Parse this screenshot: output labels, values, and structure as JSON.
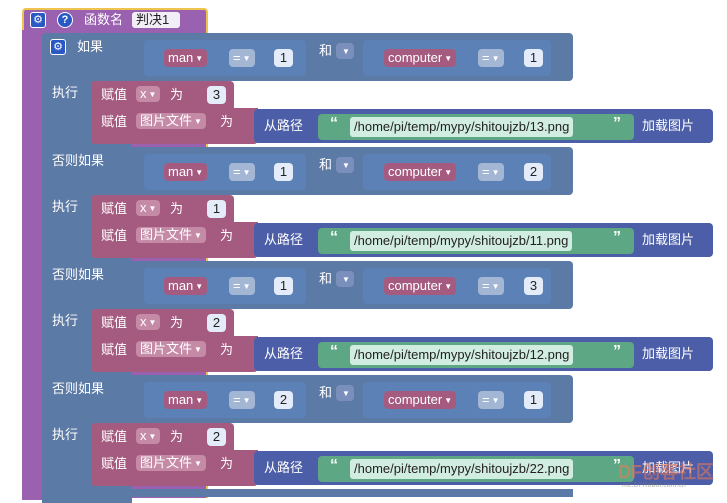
{
  "colors": {
    "procedure": "#9a61b0",
    "procedure_header": "#a26cbf",
    "control": "#5c7aa6",
    "logic": "#5b6da3",
    "variable": "#a55b80",
    "image": "#4d5ea8",
    "text_green": "#5ea784",
    "math": "#5c81b6",
    "field_outline": "#eec44e"
  },
  "function": {
    "label": "函数名",
    "name": "判决1",
    "gear_icon": "gear-icon",
    "help_icon": "help-icon"
  },
  "if_label": "如果",
  "do_label": "执行",
  "elseif_label": "否则如果",
  "and_label": "和",
  "eq_op": "=",
  "assign_label": "赋值",
  "to_label": "为",
  "var_x": "x",
  "var_img": "图片文件",
  "from_path_label": "从路径",
  "load_image_label": "加载图片",
  "var_man": "man",
  "var_computer": "computer",
  "branches": [
    {
      "man_val": "1",
      "computer_val": "1",
      "x_val": "3",
      "path": "/home/pi/temp/mypy/shitoujzb/13.png"
    },
    {
      "man_val": "1",
      "computer_val": "2",
      "x_val": "1",
      "path": "/home/pi/temp/mypy/shitoujzb/11.png"
    },
    {
      "man_val": "1",
      "computer_val": "3",
      "x_val": "2",
      "path": "/home/pi/temp/mypy/shitoujzb/12.png"
    },
    {
      "man_val": "2",
      "computer_val": "1",
      "x_val": "2",
      "path": "/home/pi/temp/mypy/shitoujzb/22.png"
    }
  ],
  "watermark": {
    "text": "DF创客社区",
    "sub": "mc.DFRobot.com.cn"
  }
}
